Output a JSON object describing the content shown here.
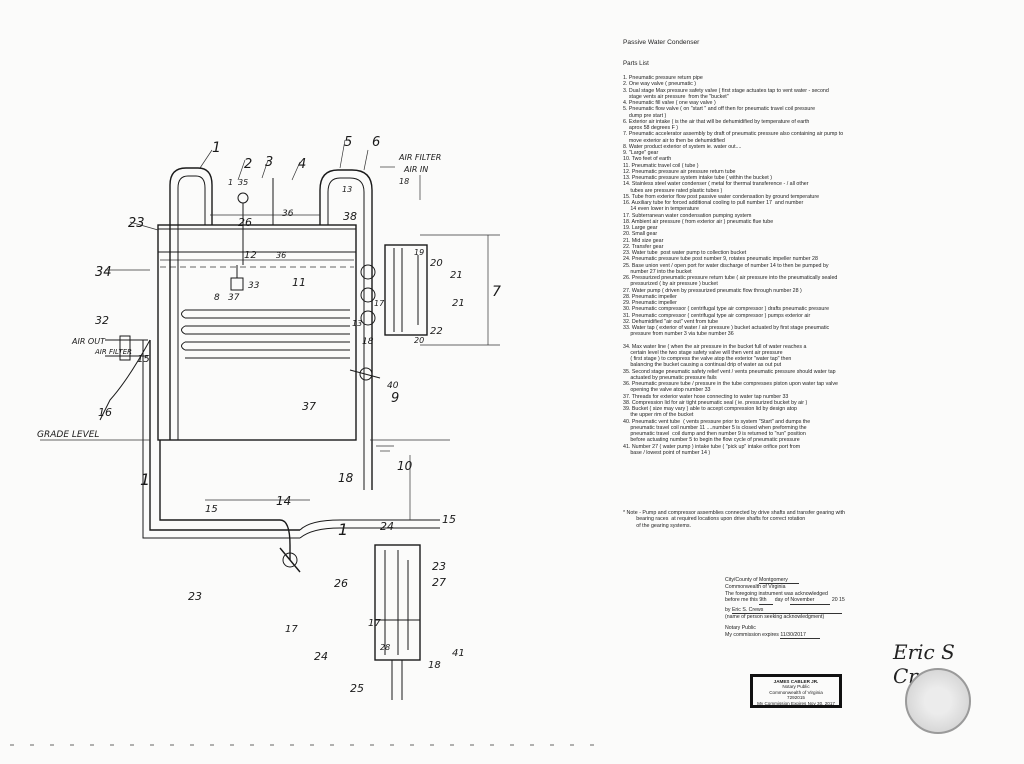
{
  "document": {
    "title": "Passive Water Condenser",
    "parts_heading": "Parts List",
    "parts": [
      "1. Pneumatic pressure return pipe",
      "2. One way valve ( pneumatic )",
      "3. Dual stage Max pressure safety valve ( first stage actuates tap to vent water - second\n    stage vents air pressure  from the \"bucket\"",
      "4. Pneumatic fill valve ( one way valve )",
      "5. Pneumatic flow valve ( on \"start \" and off then for pneumatic travel coil pressure\n    dump pre start )",
      "6. Exterior air intake ( is the air that will be dehumidified by temperature of earth\n    aprox 58 degrees F )",
      "7. Pneumatic accelerator assembly by draft of pneumatic pressure also containing air pump to\n    move exterior air to then be dehumidified",
      "8. Water product exterior of system ie. water out....",
      "9. \"Large\" gear",
      "10. Two feet of earth",
      "11. Pneumatic travel coil ( tube )",
      "12. Pneumatic pressure air pressure return tube",
      "13. Pneumatic pressure system intake tube ( within the bucket )",
      "14. Stainless steel water condenser ( metal for thermal transference - / all other\n     tubes are pressure rated plastic tubes )",
      "15. Tube from exterior flow post passive water condensation by ground temperature",
      "16. Auxiliary tube for forced additional cooling to pull number 17  and number\n     14 even lower in temperature",
      "17. Subterranean water condensation pumping system",
      "18. Ambient air pressure ( from exterior air ) pneumatic flue tube",
      "19. Large gear",
      "20. Small gear",
      "21. Mid size gear",
      "22. Transfer gear",
      "23. Water tube  post water pump to collection bucket",
      "24. Pneumatic pressure tube post number 9, rotates pneumatic impeller number 28",
      "25. Base union vent / open port for water discharge of number 14 to then be pumped by\n     number 27 into the bucket",
      "26. Pressurized pneumatic pressure return tube ( air pressure into the pneumatically sealed\n     pressurized ( by air pressure ) bucket",
      "27. Water pump ( driven by pressurized pneumatic flow through number 28 )",
      "28. Pneumatic impeller",
      "29. Pneumatic impeller",
      "30. Pneumatic compressor ( centrifugal type air compressor ) drafts pneumatic pressure",
      "31. Pneumatic compressor ( centrifugal type air compressor ) pumps exterior air",
      "32. Dehumidified \"air out\" vent from tube",
      "33. Water tap ( exterior of water / air pressure ) bucket actuated by first stage pneumatic\n     pressure from number 3 via tube number 36",
      "",
      "34. Max water line ( when the air pressure in the bucket full of water reaches a\n     certain level the two stage safety valve will then vent air pressure\n     ( first stage ) to compress the valve atop the exterior \"water tap\" then\n     balancing the bucket causing a continual drip of water as out put",
      "35. Second stage pneumatic safety relief vent / vents pneumatic pressure should water tap\n     actuated by pneumatic pressure fails",
      "36. Pneumatic pressure tube / pressure in the tube compresses piston upon water tap valve\n     opening the valve atop number 33",
      "37. Threads for exterior water hose connecting to water tap number 33",
      "38. Compression lid for air tight pneumatic seal ( ie. pressurized bucket by air )",
      "39. Bucket ( size may vary ) able to accept compression lid by design atop\n     the upper rim of the bucket",
      "40. Pneumatic vent tube  ( vents pressure prior to system \"Start\" and dumps the\n     pneumatic travel coil number 11 ....number 5 is closed when preforming the\n     pneumatic travel  coil dump and then number 9 is returned to \"run\" position\n     before actuating number 5 to begin the flow cycle of pneumatic pressure",
      "41. Number 27 ( water pump ) intake tube ( \"pick up\" intake orifice port from\n     base / lowest point of number 14 )"
    ],
    "note": "* Note - Pump and compressor assemblies connected by drive shafts and transfer gearing with\n         bearing races  at required locations upon drive shafts for correct rotation\n         of the gearing systems."
  },
  "notary": {
    "city_county_label": "City/County of",
    "city_county_value": "Montgomery",
    "commonwealth": "Commonwealth of Virginia",
    "acknowledged_line": "The foregoing instrument was acknowledged",
    "before_me_prefix": "before me this",
    "day_value": "9th",
    "day_of": "day of",
    "month_value": "November",
    "year_value": "20 15",
    "by_label": "by",
    "signer_name": "Eric S. Crews",
    "name_caption": "(name of person seeking acknowledgment)",
    "notary_public": "Notary Public",
    "commission_label": "My commission expires",
    "commission_value": "11/30/2017",
    "stamp_name": "JAMES CABLER JR.",
    "stamp_title": "Notary Public",
    "stamp_commonwealth": "Commonwealth of Virginia",
    "stamp_number": "7292015",
    "stamp_expires": "My Commission Expires Nov 30, 2017"
  },
  "signature": "Eric S Crews",
  "drawing": {
    "labels": {
      "air_filter_top": "AIR FILTER",
      "air_in": "AIR IN",
      "air_out": "AIR OUT",
      "air_filter_left": "AIR FILTER",
      "grade_level": "GRADE LEVEL"
    },
    "numbers": [
      "1",
      "2",
      "3",
      "4",
      "5",
      "6",
      "1",
      "35",
      "13",
      "18",
      "26",
      "36",
      "38",
      "23",
      "34",
      "36",
      "12",
      "33",
      "8",
      "37",
      "11",
      "19",
      "20",
      "21",
      "21",
      "7",
      "32",
      "15",
      "16",
      "13",
      "17",
      "22",
      "20",
      "18",
      "40",
      "9",
      "37",
      "10",
      "18",
      "14",
      "15",
      "1",
      "1",
      "15",
      "24",
      "23",
      "27",
      "26",
      "23",
      "17",
      "28",
      "24",
      "25",
      "41",
      "18",
      "17"
    ]
  }
}
